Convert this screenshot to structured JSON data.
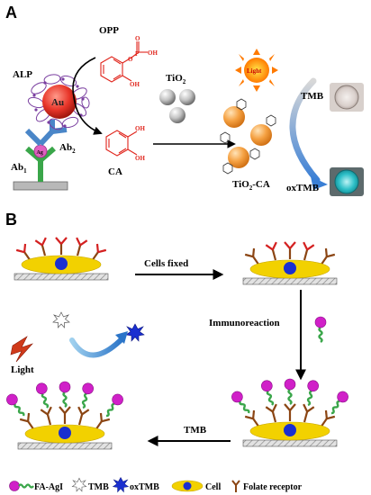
{
  "panels": {
    "a": "A",
    "b": "B"
  },
  "panel_a": {
    "opp": "OPP",
    "opp_h": "H",
    "opp_oh": "OH",
    "opp_p": "P",
    "opp_o": "O",
    "alp": "ALP",
    "au": "Au",
    "ab1": "Ab",
    "ab1_sub": "1",
    "ab2": "Ab",
    "ab2_sub": "2",
    "ag": "Ag",
    "ca": "CA",
    "ca_oh1": "OH",
    "ca_oh2": "OH",
    "tio2": "TiO",
    "tio2_sub": "2",
    "light": "Light",
    "tmb": "TMB",
    "oxtmb": "oxTMB",
    "tio2_ca": "TiO",
    "tio2_ca_sub": "2",
    "tio2_ca_suffix": "-CA"
  },
  "panel_b": {
    "cells_fixed": "Cells fixed",
    "immunoreaction": "Immunoreaction",
    "tmb": "TMB",
    "light": "Light"
  },
  "legend": {
    "fa_agi": "FA-AgI",
    "tmb": "TMB",
    "oxtmb": "oxTMB",
    "cell": "Cell",
    "folate": "Folate receptor"
  },
  "colors": {
    "au_red": "#e8362a",
    "alp_purple": "#7a3fa0",
    "antibody_blue": "#4a86c8",
    "antibody_green": "#3aa64a",
    "ag_pink": "#e060c0",
    "cell_yellow": "#f2d100",
    "nucleus_blue": "#1a2fd0",
    "receptor_brown": "#8b4513",
    "receptor_red": "#d42020",
    "sphere_orange": "#f5a142",
    "tmb_cyan": "#2ec0c8"
  }
}
